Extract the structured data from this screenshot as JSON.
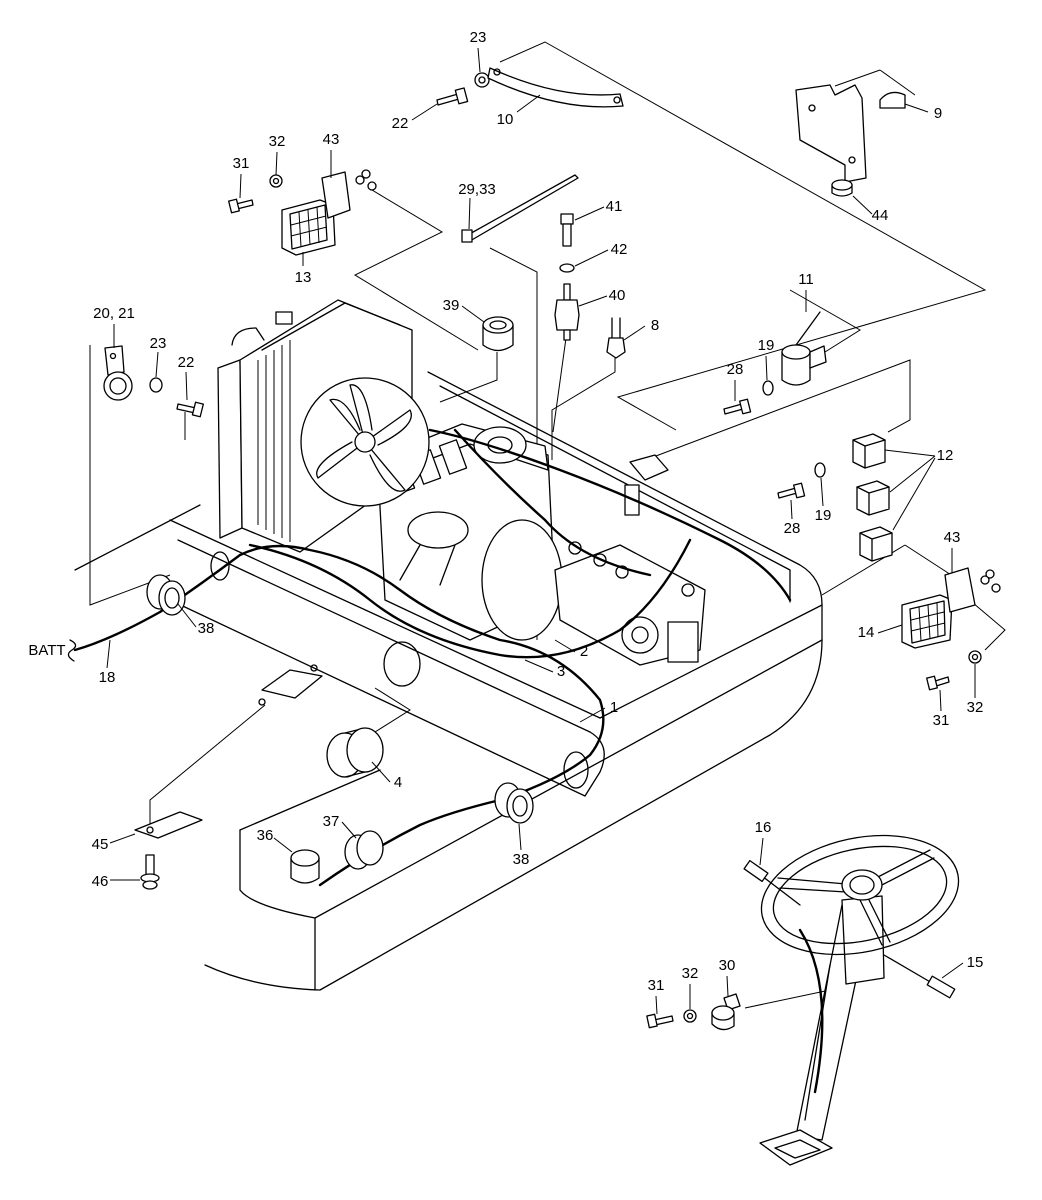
{
  "callouts": [
    "23",
    "22",
    "10",
    "9",
    "31",
    "32",
    "43",
    "29,33",
    "41",
    "44",
    "42",
    "13",
    "40",
    "11",
    "8",
    "39",
    "20, 21",
    "23",
    "22",
    "19",
    "28",
    "12",
    "28",
    "19",
    "43",
    "14",
    "38",
    "BATT",
    "18",
    "2",
    "3",
    "1",
    "4",
    "31",
    "32",
    "45",
    "46",
    "36",
    "37",
    "38",
    "16",
    "15",
    "31",
    "32",
    "30"
  ]
}
